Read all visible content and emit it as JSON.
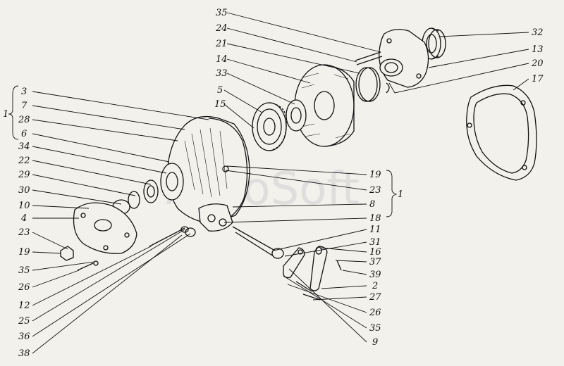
{
  "watermark": "AutoSoft",
  "callouts": [
    {
      "id": "c35a",
      "text": "35"
    },
    {
      "id": "c24",
      "text": "24"
    },
    {
      "id": "c21",
      "text": "21"
    },
    {
      "id": "c14",
      "text": "14"
    },
    {
      "id": "c33",
      "text": "33"
    },
    {
      "id": "c5",
      "text": "5"
    },
    {
      "id": "c15",
      "text": "15"
    },
    {
      "id": "c32",
      "text": "32"
    },
    {
      "id": "c13",
      "text": "13"
    },
    {
      "id": "c20",
      "text": "20"
    },
    {
      "id": "c17",
      "text": "17"
    },
    {
      "id": "c3",
      "text": "3"
    },
    {
      "id": "c7",
      "text": "7"
    },
    {
      "id": "c28",
      "text": "28"
    },
    {
      "id": "c6",
      "text": "6"
    },
    {
      "id": "c34",
      "text": "34"
    },
    {
      "id": "c22",
      "text": "22"
    },
    {
      "id": "c29",
      "text": "29"
    },
    {
      "id": "c30",
      "text": "30"
    },
    {
      "id": "c10",
      "text": "10"
    },
    {
      "id": "c4",
      "text": "4"
    },
    {
      "id": "c23a",
      "text": "23"
    },
    {
      "id": "c19a",
      "text": "19"
    },
    {
      "id": "c35b",
      "text": "35"
    },
    {
      "id": "c26a",
      "text": "26"
    },
    {
      "id": "c12",
      "text": "12"
    },
    {
      "id": "c25",
      "text": "25"
    },
    {
      "id": "c36",
      "text": "36"
    },
    {
      "id": "c38",
      "text": "38"
    },
    {
      "id": "c19b",
      "text": "19"
    },
    {
      "id": "c23b",
      "text": "23"
    },
    {
      "id": "c8",
      "text": "8"
    },
    {
      "id": "c18",
      "text": "18"
    },
    {
      "id": "c11",
      "text": "11"
    },
    {
      "id": "c31",
      "text": "31"
    },
    {
      "id": "c16",
      "text": "16"
    },
    {
      "id": "c37",
      "text": "37"
    },
    {
      "id": "c39",
      "text": "39"
    },
    {
      "id": "c2",
      "text": "2"
    },
    {
      "id": "c27",
      "text": "27"
    },
    {
      "id": "c26b",
      "text": "26"
    },
    {
      "id": "c35c",
      "text": "35"
    },
    {
      "id": "c9",
      "text": "9"
    }
  ],
  "group_labels": [
    {
      "id": "g1left",
      "text": "1"
    },
    {
      "id": "g1right",
      "text": "1"
    }
  ]
}
